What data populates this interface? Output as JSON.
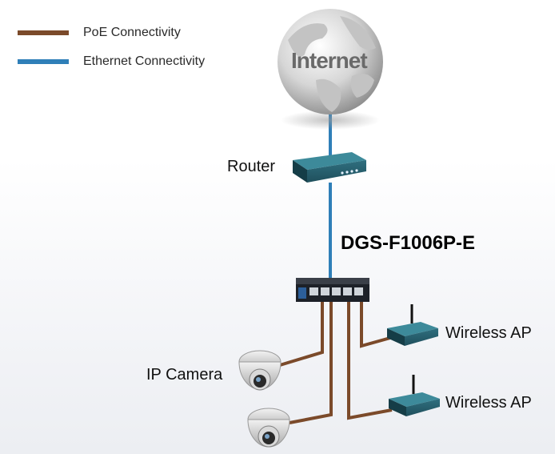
{
  "legend": {
    "poe": {
      "label": "PoE Connectivity",
      "color": "#7b4a2a"
    },
    "ethernet": {
      "label": "Ethernet Connectivity",
      "color": "#2f7fb8"
    }
  },
  "nodes": {
    "internet": {
      "label": "Internet",
      "icon": "globe-icon"
    },
    "router": {
      "label": "Router",
      "icon": "router-icon"
    },
    "switch": {
      "label": "DGS-F1006P-E",
      "icon": "switch-icon"
    },
    "ip_camera": {
      "label": "IP Camera",
      "icon": "dome-camera-icon"
    },
    "wireless_ap_1": {
      "label": "Wireless AP",
      "icon": "access-point-icon"
    },
    "wireless_ap_2": {
      "label": "Wireless AP",
      "icon": "access-point-icon"
    }
  }
}
